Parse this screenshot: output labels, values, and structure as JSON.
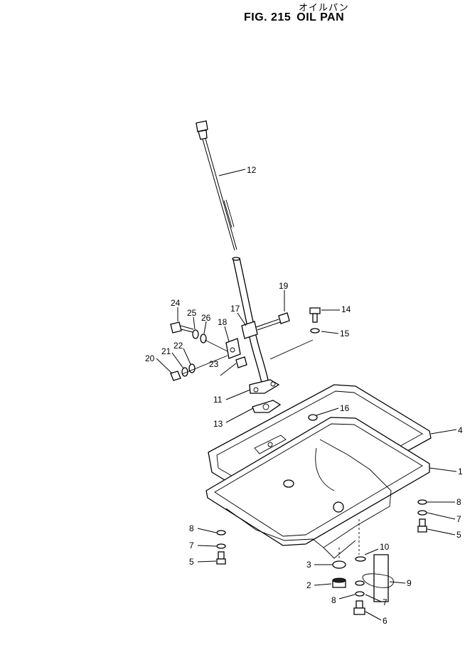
{
  "header": {
    "subtitle_jp": "オイルパン",
    "figure_number": "FIG. 215",
    "figure_title": "OIL PAN"
  },
  "callouts": {
    "c1": "1",
    "c2": "2",
    "c3": "3",
    "c4": "4",
    "c5a": "5",
    "c5b": "5",
    "c6": "6",
    "c7a": "7",
    "c7b": "7",
    "c7c": "7",
    "c8a": "8",
    "c8b": "8",
    "c8c": "8",
    "c9": "9",
    "c10": "10",
    "c11": "11",
    "c12": "12",
    "c13": "13",
    "c14": "14",
    "c15": "15",
    "c16": "16",
    "c17": "17",
    "c18": "18",
    "c19": "19",
    "c20": "20",
    "c21": "21",
    "c22": "22",
    "c23": "23",
    "c24": "24",
    "c25": "25",
    "c26": "26"
  }
}
